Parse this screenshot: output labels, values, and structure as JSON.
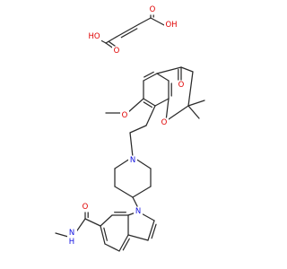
{
  "colors": {
    "bond": "#2b2b2b",
    "oxygen": "#e00000",
    "nitrogen": "#1010e0",
    "carbon": "#2b2b2b",
    "background": "#ffffff"
  },
  "labels": [
    {
      "id": "fumarate-oh-left",
      "text": "HO",
      "element": "O"
    },
    {
      "id": "fumarate-oh-right",
      "text": "OH",
      "element": "O"
    },
    {
      "id": "fumarate-carbonyl-o-left",
      "text": "O",
      "element": "O"
    },
    {
      "id": "fumarate-carbonyl-o-right",
      "text": "O",
      "element": "O"
    },
    {
      "id": "chromanone-carbonyl-o",
      "text": "O",
      "element": "O"
    },
    {
      "id": "methoxy-o",
      "text": "O",
      "element": "O"
    },
    {
      "id": "chroman-ring-o",
      "text": "O",
      "element": "O"
    },
    {
      "id": "piperidine-n",
      "text": "N",
      "element": "N"
    },
    {
      "id": "indole-n",
      "text": "N",
      "element": "N"
    },
    {
      "id": "amide-o",
      "text": "O",
      "element": "O"
    },
    {
      "id": "amide-nh",
      "text": "H",
      "element": "N"
    },
    {
      "id": "amide-n",
      "text": "N",
      "element": "N"
    }
  ]
}
